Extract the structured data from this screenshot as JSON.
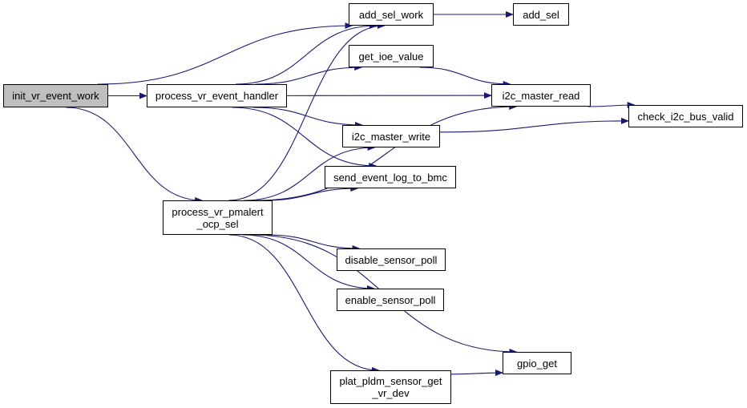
{
  "colors": {
    "edge": "#191970",
    "root_fill": "#bfbfbf",
    "node_fill": "#ffffff",
    "border": "#000000"
  },
  "nodes": {
    "init_vr_event_work": {
      "lines": [
        "init_vr_event_work"
      ],
      "root": true
    },
    "process_vr_event_handler": {
      "lines": [
        "process_vr_event_handler"
      ]
    },
    "process_vr_pmalert_ocp_sel": {
      "lines": [
        "process_vr_pmalert",
        "_ocp_sel"
      ]
    },
    "add_sel_work": {
      "lines": [
        "add_sel_work"
      ]
    },
    "add_sel": {
      "lines": [
        "add_sel"
      ]
    },
    "get_ioe_value": {
      "lines": [
        "get_ioe_value"
      ]
    },
    "i2c_master_read": {
      "lines": [
        "i2c_master_read"
      ]
    },
    "i2c_master_write": {
      "lines": [
        "i2c_master_write"
      ]
    },
    "check_i2c_bus_valid": {
      "lines": [
        "check_i2c_bus_valid"
      ]
    },
    "send_event_log_to_bmc": {
      "lines": [
        "send_event_log_to_bmc"
      ]
    },
    "disable_sensor_poll": {
      "lines": [
        "disable_sensor_poll"
      ]
    },
    "enable_sensor_poll": {
      "lines": [
        "enable_sensor_poll"
      ]
    },
    "gpio_get": {
      "lines": [
        "gpio_get"
      ]
    },
    "plat_pldm_sensor_get_vr_dev": {
      "lines": [
        "plat_pldm_sensor_get",
        "_vr_dev"
      ]
    }
  },
  "edges": [
    [
      "init_vr_event_work",
      "process_vr_event_handler"
    ],
    [
      "init_vr_event_work",
      "add_sel_work"
    ],
    [
      "init_vr_event_work",
      "process_vr_pmalert_ocp_sel"
    ],
    [
      "process_vr_event_handler",
      "add_sel_work"
    ],
    [
      "process_vr_event_handler",
      "get_ioe_value"
    ],
    [
      "process_vr_event_handler",
      "i2c_master_read"
    ],
    [
      "process_vr_event_handler",
      "i2c_master_write"
    ],
    [
      "process_vr_event_handler",
      "send_event_log_to_bmc"
    ],
    [
      "add_sel_work",
      "add_sel"
    ],
    [
      "get_ioe_value",
      "i2c_master_read"
    ],
    [
      "i2c_master_read",
      "check_i2c_bus_valid"
    ],
    [
      "i2c_master_write",
      "check_i2c_bus_valid"
    ],
    [
      "process_vr_pmalert_ocp_sel",
      "add_sel_work"
    ],
    [
      "process_vr_pmalert_ocp_sel",
      "i2c_master_write"
    ],
    [
      "process_vr_pmalert_ocp_sel",
      "send_event_log_to_bmc"
    ],
    [
      "process_vr_pmalert_ocp_sel",
      "i2c_master_read"
    ],
    [
      "process_vr_pmalert_ocp_sel",
      "disable_sensor_poll"
    ],
    [
      "process_vr_pmalert_ocp_sel",
      "enable_sensor_poll"
    ],
    [
      "process_vr_pmalert_ocp_sel",
      "gpio_get"
    ],
    [
      "process_vr_pmalert_ocp_sel",
      "plat_pldm_sensor_get_vr_dev"
    ],
    [
      "plat_pldm_sensor_get_vr_dev",
      "gpio_get"
    ]
  ]
}
